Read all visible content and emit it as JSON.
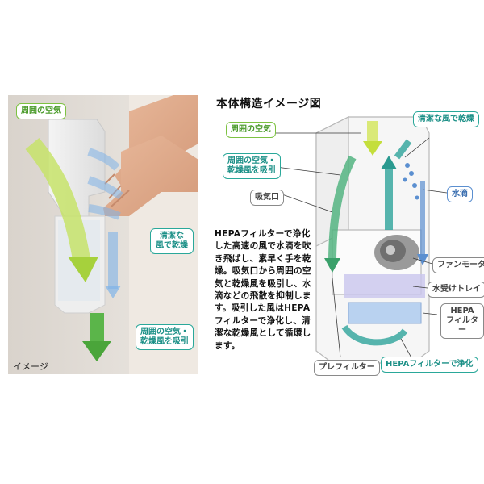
{
  "left_panel": {
    "labels": {
      "ambient_air": "周囲の空気",
      "clean_wind": "清潔な\n風で乾燥",
      "ambient_dry_air": "周囲の空気・\n乾燥風を吸引"
    },
    "caption": "イメージ"
  },
  "right_panel": {
    "title": "本体構造イメージ図",
    "description": "HEPAフィルターで浄化した高速の風で水滴を吹き飛ばし、素早く手を乾燥。吸気口から周囲の空気と乾燥風を吸引し、水滴などの飛散を抑制します。吸引した風はHEPAフィルターで浄化し、清潔な乾燥風として循環します。",
    "labels": {
      "ambient_air": "周囲の空気",
      "ambient_dry_air": "周囲の空気・\n乾燥風を吸引",
      "clean_wind": "清潔な風で乾燥",
      "water_drops": "水滴",
      "intake": "吸気口",
      "fan_motor": "ファンモーター",
      "water_tray": "水受けトレイ",
      "hepa_filter": "HEPA\nフィルター",
      "pre_filter": "プレフィルター",
      "hepa_purify": "HEPAフィルターで浄化"
    }
  },
  "colors": {
    "green": "#8cc63f",
    "teal": "#2aa89a",
    "blue": "#5b8fd0",
    "gray_text": "#444444"
  }
}
